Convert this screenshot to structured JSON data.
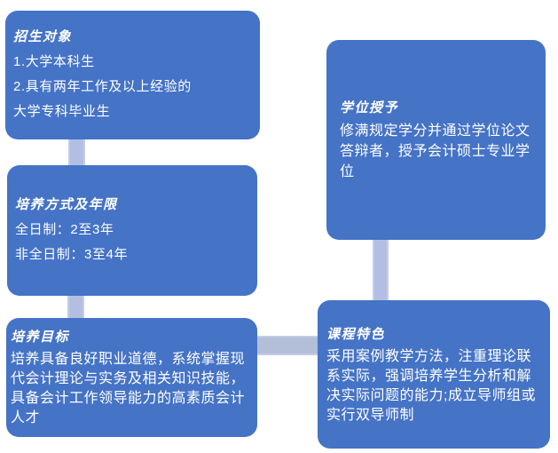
{
  "colors": {
    "background": "#FFFFFF",
    "box_fill": "#4573C6",
    "connector_fill": "#B3BFE2",
    "connector_horizontal_fill": "#B3BED9",
    "text": "#FFFFFF"
  },
  "boxes": [
    {
      "title": "招生对象",
      "lines": [
        "1.大学本科生",
        "2.具有两年工作及以上经验的",
        "大学专科毕业生"
      ]
    },
    {
      "title": "培养方式及年限",
      "lines": [
        "全日制：2至3年",
        "非全日制：3至4年"
      ]
    },
    {
      "title": "培养目标",
      "body": "培养具备良好职业道德，系统掌握现代会计理论与实务及相关知识技能，具备会计工作领导能力的高素质会计人才"
    },
    {
      "title": "学位授予",
      "body": "修满规定学分并通过学位论文答辩者，授予会计硕士专业学位"
    },
    {
      "title": "课程特色",
      "body": "采用案例教学方法，注重理论联系实际，强调培养学生分析和解决实际问题的能力;成立导师组或实行双导师制"
    }
  ]
}
